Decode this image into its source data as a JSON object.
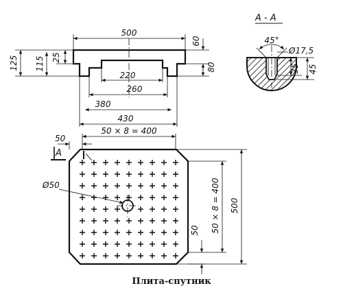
{
  "caption": "Плита-спутник",
  "section_label": "А - А",
  "side_view": {
    "width_top": "500",
    "height_total": "125",
    "height_inner": "115",
    "groove_depth": "25",
    "flange_thickness": "60",
    "slot_height": "80",
    "slot_220": "220",
    "slot_260": "260",
    "slot_380": "380",
    "base_430": "430"
  },
  "plan_view": {
    "grid_pitch_top": "50 × 8 = 400",
    "grid_pitch_side": "50 × 8 = 400",
    "overall_height": "500",
    "edge_offset_left": "50",
    "edge_offset_right": "50",
    "section_marker": "А",
    "center_hole": "Ø50"
  },
  "section_view": {
    "chamfer_angle": "45°",
    "hole_diameter": "Ø17,5",
    "thread_depth": "35",
    "hole_depth": "45"
  }
}
